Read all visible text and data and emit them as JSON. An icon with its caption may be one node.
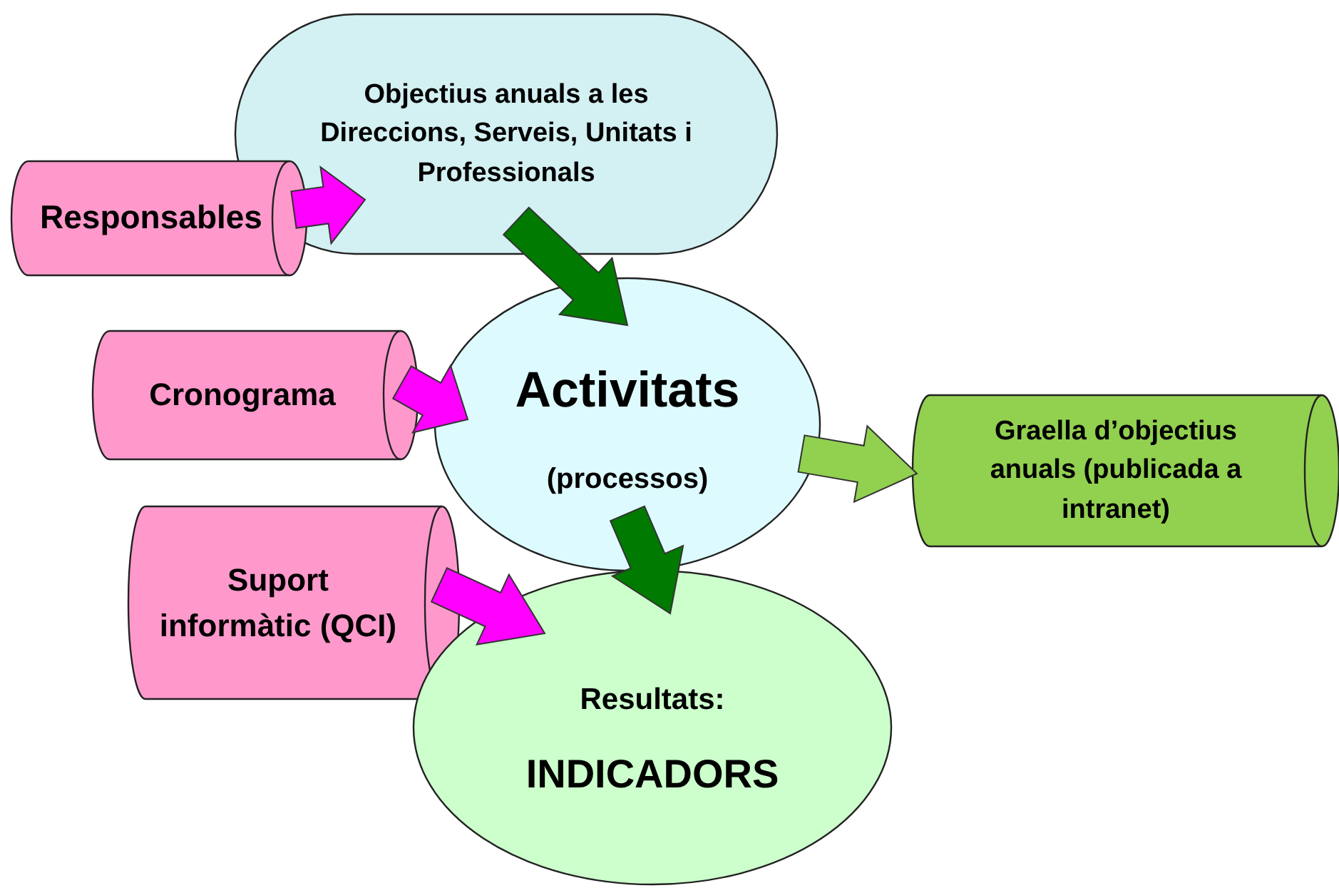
{
  "diagram": {
    "nodes": [
      {
        "text": [
          "Objectius anuals a les Direccions, Serveis, Unitats i Professionals"
        ]
      },
      {
        "text": [
          "Responsables"
        ]
      },
      {
        "text": [
          "Activitats",
          "(processos)"
        ]
      },
      {
        "text": [
          "Cronograma"
        ]
      },
      {
        "text": [
          "Graella d’objectius anuals (publicada a intranet)"
        ]
      },
      {
        "text": [
          "Suport informàtic (QCI)"
        ]
      },
      {
        "text": [
          "Resultats:",
          "INDICADORS"
        ]
      }
    ],
    "edges": [
      {
        "from": 1,
        "to": 0,
        "arrow": "to"
      },
      {
        "from": 0,
        "to": 2,
        "arrow": "to",
        "color": "#007a00"
      },
      {
        "from": 3,
        "to": 2,
        "arrow": "to"
      },
      {
        "from": 2,
        "to": 4,
        "arrow": "to",
        "color": "#92d050"
      },
      {
        "from": 2,
        "to": 6,
        "arrow": "to",
        "color": "#007a00"
      },
      {
        "from": 5,
        "to": 6,
        "arrow": "to"
      }
    ]
  }
}
